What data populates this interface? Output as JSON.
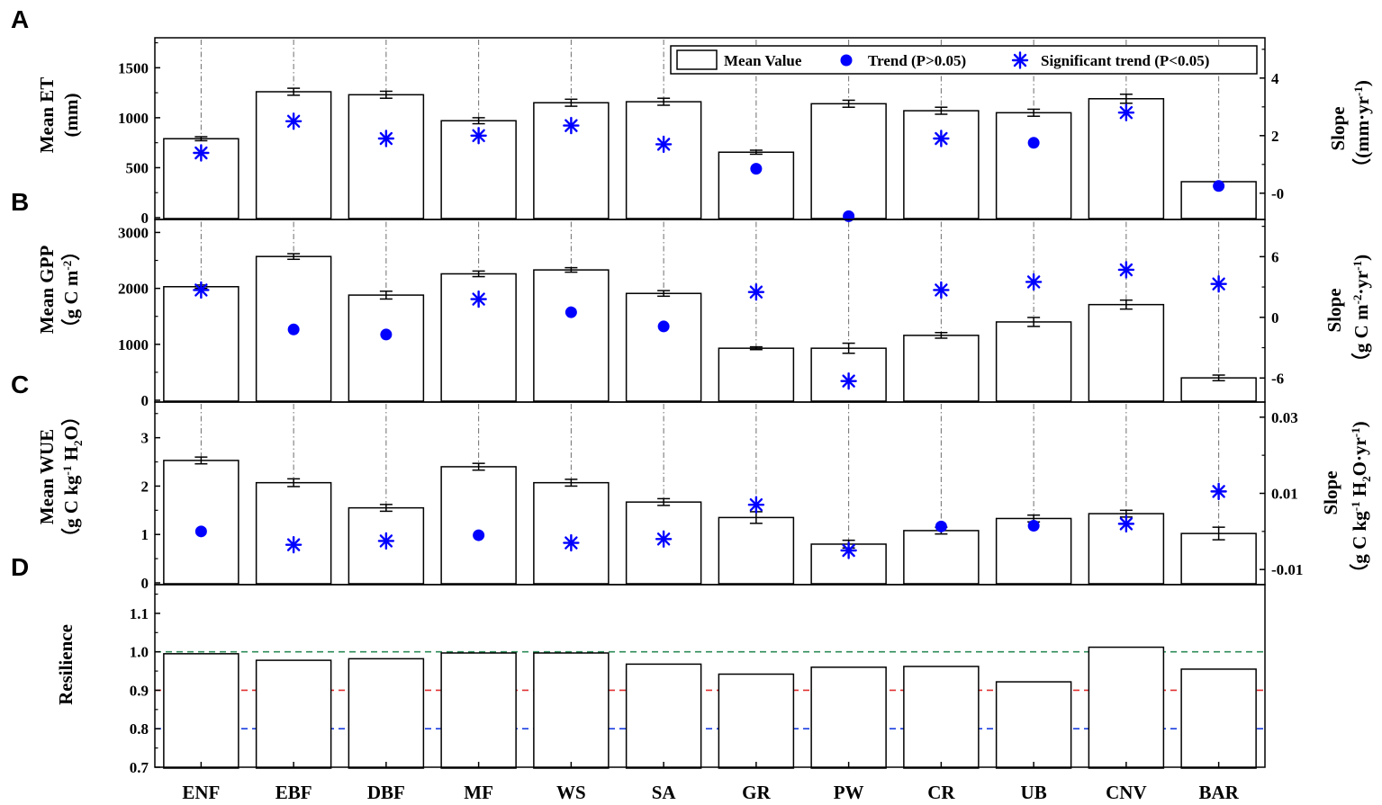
{
  "colors": {
    "axis": "#000000",
    "marker": "#0000ff",
    "ref_green": "#2e8b57",
    "ref_red": "#e03030",
    "ref_blue": "#1a3fe0",
    "gridline": "#6d6d6d"
  },
  "legend": {
    "mean_value": "Mean Value",
    "trend": "Trend (P>0.05)",
    "significant": "Significant trend (P<0.05)"
  },
  "chart_data": {
    "type": "bar",
    "categories": [
      "ENF",
      "EBF",
      "DBF",
      "MF",
      "WS",
      "SA",
      "GR",
      "PW",
      "CR",
      "UB",
      "CNV",
      "BAR"
    ],
    "panels": [
      {
        "letter": "A",
        "ylabel_lines": [
          "Mean ET",
          "(mm)"
        ],
        "yticks": [
          "0",
          "500",
          "1000",
          "1500"
        ],
        "ylim": [
          0,
          1800
        ],
        "y2label_lines": [
          "Slope",
          "(mm·yr",
          ")"
        ],
        "y2label_sup": "-1",
        "y2ticks": [
          "-0",
          "2",
          "4"
        ],
        "y2lim": [
          -0.85,
          5.4
        ],
        "series": [
          {
            "name": "Mean Value",
            "values": [
              790,
              1260,
              1230,
              970,
              1150,
              1160,
              655,
              1140,
              1070,
              1050,
              1190,
              360
            ],
            "errors": [
              20,
              35,
              35,
              30,
              35,
              35,
              20,
              35,
              35,
              35,
              45,
              0
            ]
          },
          {
            "name": "Trend slope",
            "values": [
              1.4,
              2.5,
              1.9,
              2.0,
              2.35,
              1.7,
              0.85,
              -0.8,
              1.9,
              1.75,
              2.8,
              0.25
            ],
            "significant": [
              true,
              true,
              true,
              true,
              true,
              true,
              false,
              false,
              true,
              false,
              true,
              false
            ]
          }
        ]
      },
      {
        "letter": "B",
        "ylabel_lines": [
          "Mean GPP",
          "g C m"
        ],
        "ylabel_sup": "-2",
        "yticks": [
          "0",
          "1000",
          "2000",
          "3000"
        ],
        "ylim": [
          0,
          3200
        ],
        "y2label_lines": [
          "Slope",
          "g C m",
          "·yr",
          ")"
        ],
        "y2ticks": [
          "-6",
          "0",
          "6"
        ],
        "y2lim": [
          -8.2,
          9.5
        ],
        "series": [
          {
            "name": "Mean Value",
            "values": [
              2030,
              2570,
              1880,
              2260,
              2330,
              1910,
              930,
              930,
              1160,
              1400,
              1710,
              400
            ],
            "errors": [
              30,
              50,
              70,
              50,
              40,
              50,
              25,
              90,
              50,
              80,
              80,
              50
            ]
          },
          {
            "name": "Trend slope",
            "values": [
              2.7,
              -1.2,
              -1.7,
              1.8,
              0.5,
              -0.9,
              2.5,
              -6.3,
              2.7,
              3.5,
              4.7,
              3.3
            ],
            "significant": [
              true,
              false,
              false,
              true,
              false,
              false,
              true,
              true,
              true,
              true,
              true,
              true
            ]
          }
        ]
      },
      {
        "letter": "C",
        "ylabel_lines": [
          "Mean WUE",
          "g C kg",
          " H",
          "O"
        ],
        "yticks": [
          "0",
          "1",
          "2",
          "3"
        ],
        "ylim": [
          0,
          3.7
        ],
        "y2label_lines": [
          "Slope",
          "g C kg",
          " H",
          "O·yr",
          ")"
        ],
        "y2ticks": [
          "-0.01",
          "0.01",
          "0.03"
        ],
        "y2lim": [
          -0.0135,
          0.0335
        ],
        "series": [
          {
            "name": "Mean Value",
            "values": [
              2.53,
              2.07,
              1.55,
              2.4,
              2.07,
              1.67,
              1.35,
              0.8,
              1.08,
              1.33,
              1.43,
              1.02
            ],
            "errors": [
              0.07,
              0.08,
              0.07,
              0.07,
              0.07,
              0.07,
              0.12,
              0.08,
              0.07,
              0.07,
              0.07,
              0.13
            ]
          },
          {
            "name": "Trend slope",
            "values": [
              0.0,
              -0.0035,
              -0.0025,
              -0.001,
              -0.003,
              -0.002,
              0.007,
              -0.005,
              0.0013,
              0.0015,
              0.002,
              0.0105
            ],
            "significant": [
              false,
              true,
              true,
              false,
              true,
              true,
              true,
              true,
              false,
              false,
              true,
              true
            ]
          }
        ]
      },
      {
        "letter": "D",
        "ylabel_lines": [
          "Resilience"
        ],
        "yticks": [
          "0.7",
          "0.8",
          "0.9",
          "1.0",
          "1.1"
        ],
        "ylim": [
          0.7,
          1.17
        ],
        "reference_lines": [
          1.0,
          0.9,
          0.8
        ],
        "series": [
          {
            "name": "Resilience",
            "values": [
              0.995,
              0.978,
              0.982,
              0.997,
              0.997,
              0.968,
              0.942,
              0.96,
              0.962,
              0.922,
              1.012,
              0.955
            ]
          }
        ]
      }
    ]
  }
}
